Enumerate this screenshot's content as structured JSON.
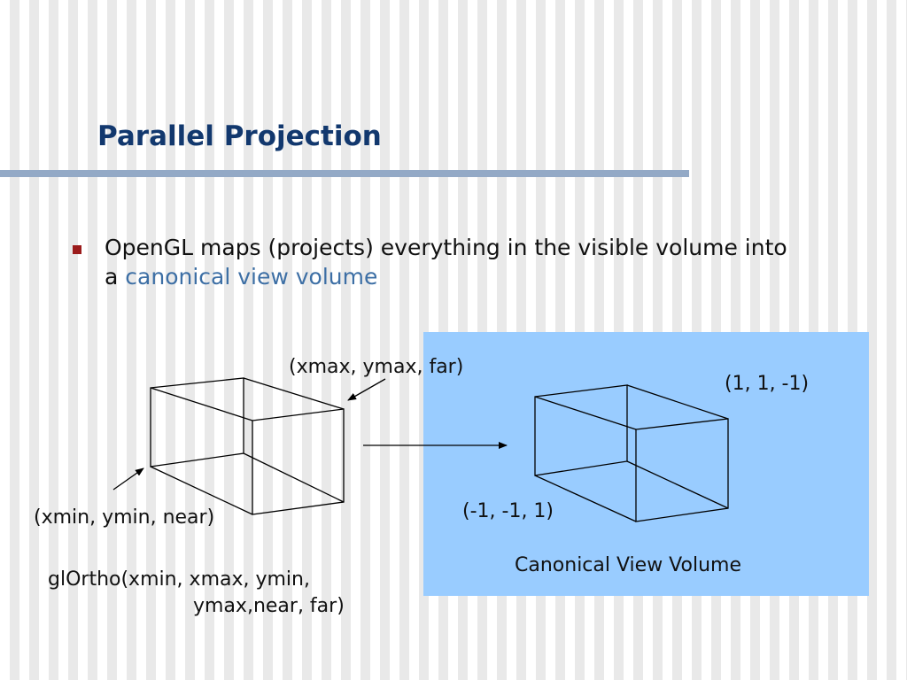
{
  "slide": {
    "title": "Parallel Projection",
    "bullet": {
      "text_before": "OpenGL maps (projects) everything in the visible volume into a ",
      "highlight": "canonical view volume"
    }
  },
  "diagram": {
    "source_box": {
      "far_corner_label": "(xmax, ymax, far)",
      "near_corner_label": "(xmin, ymin, near)",
      "function_call_line1": "glOrtho(xmin, xmax, ymin,",
      "function_call_line2": "ymax,near, far)"
    },
    "canonical_box": {
      "corner_far_label": "(1, 1, -1)",
      "corner_near_label": "(-1, -1, 1)",
      "caption": "Canonical View Volume"
    }
  },
  "colors": {
    "title": "#12386e",
    "rule": "#93a9c6",
    "bullet": "#9b1b1b",
    "highlight": "#3d6fa5",
    "canonical_panel": "#99ccff"
  }
}
